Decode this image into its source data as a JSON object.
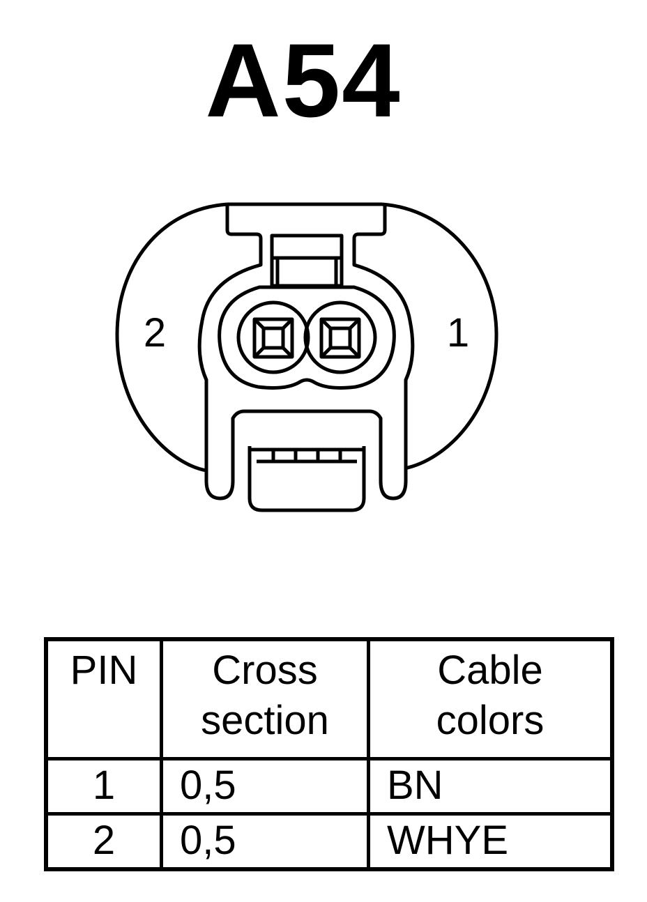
{
  "title": "A54",
  "connector": {
    "pin_labels": {
      "left": "2",
      "right": "1"
    }
  },
  "table": {
    "headers": {
      "pin": "PIN",
      "cross_section_line1": "Cross",
      "cross_section_line2": "section",
      "cable_colors_line1": "Cable",
      "cable_colors_line2": "colors"
    },
    "rows": [
      {
        "pin": "1",
        "cross_section": "0,5",
        "cable_color": "BN"
      },
      {
        "pin": "2",
        "cross_section": "0,5",
        "cable_color": "WHYE"
      }
    ]
  }
}
